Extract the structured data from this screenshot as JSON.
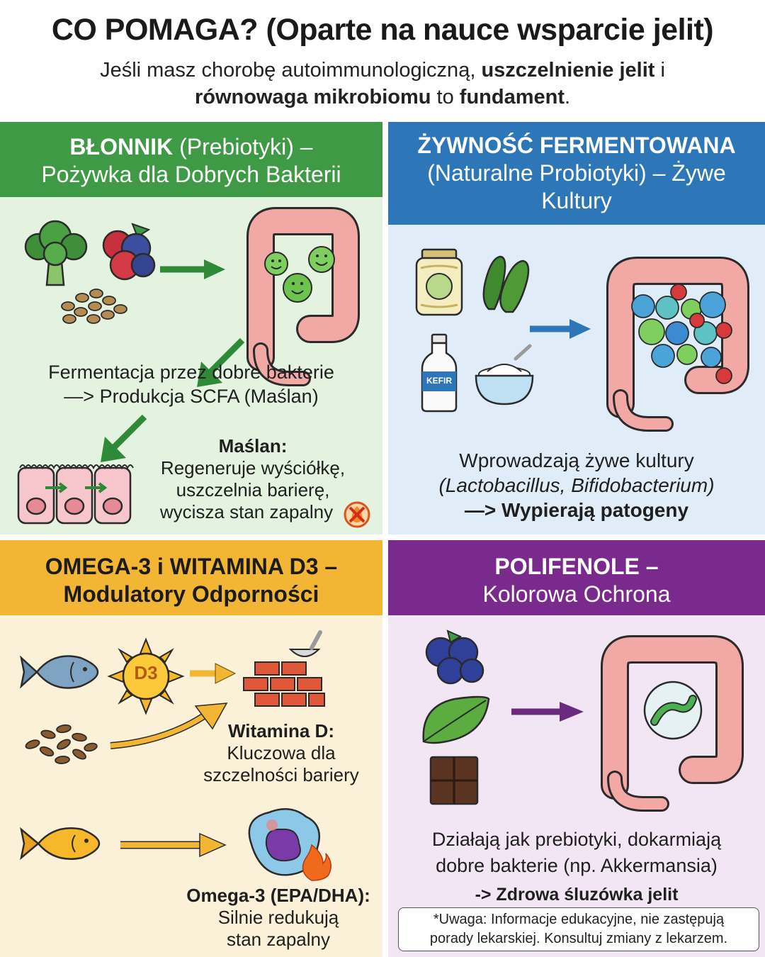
{
  "header": {
    "title": "CO POMAGA? (Oparte na nauce wsparcie jelit)",
    "subtitle_pre": "Jeśli masz chorobę autoimmunologiczną, ",
    "subtitle_b1": "uszczelnienie jelit",
    "subtitle_mid1": " i ",
    "subtitle_b2": "równowaga mikrobiomu",
    "subtitle_mid2": " to ",
    "subtitle_b3": "fundament",
    "subtitle_end": "."
  },
  "panel_fiber": {
    "title_bold": "BŁONNIK",
    "title_light": " (Prebiotyki) –",
    "title_line2": "Pożywka dla Dobrych Bakterii",
    "fermentation_line1": "Fermentacja przez dobre bakterie",
    "fermentation_line2": "—> Produkcja SCFA (Maślan)",
    "butyrate_heading": "Maślan:",
    "butyrate_line1": "Regeneruje wyściółkę,",
    "butyrate_line2": "uszczelnia barierę,",
    "butyrate_line3": "wycisza stan zapalny"
  },
  "panel_fermented": {
    "title_line1": "ŻYWNOŚĆ FERMENTOWANA",
    "title_line2": "(Naturalne Probiotyki) – Żywe",
    "title_line3": "Kultury",
    "kefir_label": "KEFIR",
    "desc_line1": "Wprowadzają żywe kultury",
    "desc_line2": "(Lactobacillus, Bifidobacterium)",
    "desc_line3": "—> Wypierają patogeny"
  },
  "panel_omega": {
    "title_line1": "OMEGA-3 i WITAMINA D3 –",
    "title_line2": "Modulatory Odporności",
    "sun_label": "D3",
    "vitd_heading": "Witamina D:",
    "vitd_line1": "Kluczowa dla",
    "vitd_line2": "szczelności bariery",
    "omega_heading": "Omega-3 (EPA/DHA):",
    "omega_line1": "Silnie redukują",
    "omega_line2": "stan zapalny"
  },
  "panel_polyphenols": {
    "title_line1": "POLIFENOLE –",
    "title_line2": "Kolorowa Ochrona",
    "desc_line1": "Działają jak prebiotyki, dokarmiają",
    "desc_line2": "dobre bakterie (np. Akkermansia)",
    "desc_line3": "-> Zdrowa śluzówka jelit"
  },
  "disclaimer": {
    "line1": "*Uwaga: Informacje edukacyjne, nie zastępują",
    "line2": "porady lekarskiej. Konsultuj zmiany z lekarzem."
  },
  "colors": {
    "fiber_band": "#3f9a45",
    "fermented_band": "#2d77b8",
    "omega_band": "#f2b634",
    "polyphenols_band": "#7a2a8c",
    "intestine": "#f2a8a5"
  }
}
